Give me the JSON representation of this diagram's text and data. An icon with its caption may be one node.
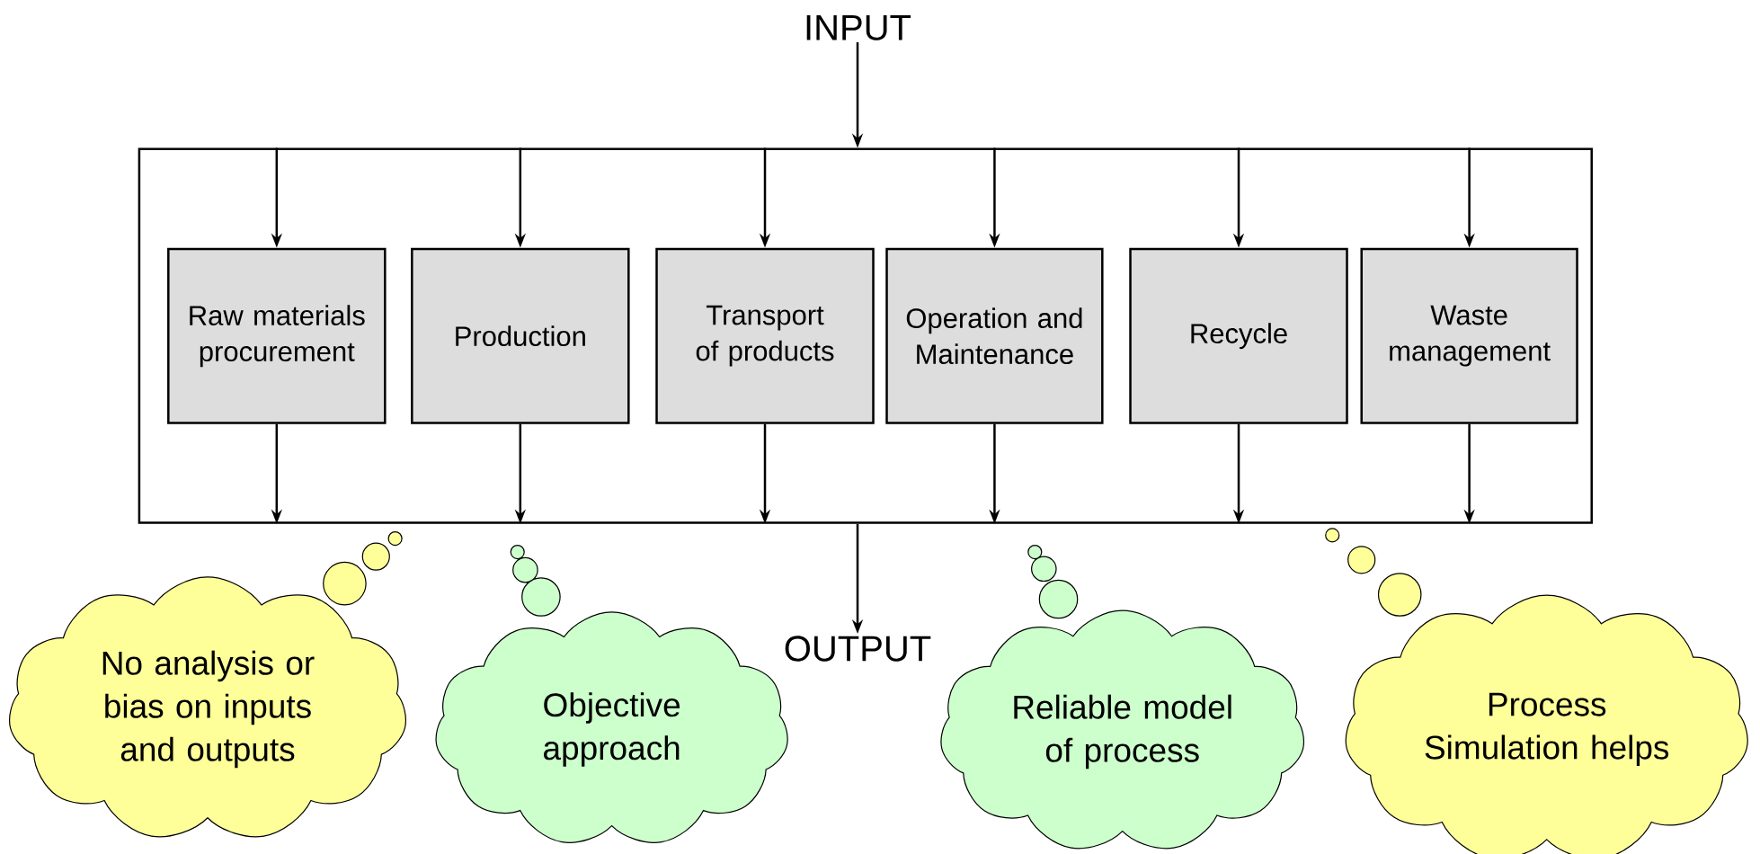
{
  "diagram": {
    "nodes": [
      {
        "text": [
          "INPUT"
        ]
      },
      {
        "text": [],
        "shape": "box"
      },
      {
        "text": [
          "Raw materials procurement"
        ],
        "in": 1
      },
      {
        "text": [
          "Production"
        ],
        "in": 1
      },
      {
        "text": [
          "Transport of products"
        ],
        "in": 1
      },
      {
        "text": [
          "Operation and Maintenance"
        ],
        "in": 1
      },
      {
        "text": [
          "Recycle"
        ],
        "in": 1
      },
      {
        "text": [
          "Waste management"
        ],
        "in": 1
      },
      {
        "text": [
          "OUTPUT"
        ]
      },
      {
        "text": [
          "No analysis or bias on inputs and outputs"
        ]
      },
      {
        "text": [
          "Objective approach"
        ]
      },
      {
        "text": [
          "Reliable model of process"
        ]
      },
      {
        "text": [
          "Process Simulation helps"
        ]
      }
    ],
    "edges": [
      {
        "from": 0,
        "to": 1,
        "arrow": "to"
      },
      {
        "from": 1,
        "to": 2,
        "arrow": "to"
      },
      {
        "from": 1,
        "to": 3,
        "arrow": "to"
      },
      {
        "from": 1,
        "to": 4,
        "arrow": "to"
      },
      {
        "from": 1,
        "to": 5,
        "arrow": "to"
      },
      {
        "from": 1,
        "to": 6,
        "arrow": "to"
      },
      {
        "from": 1,
        "to": 7,
        "arrow": "to"
      },
      {
        "from": 2,
        "to": 1,
        "arrow": "to"
      },
      {
        "from": 3,
        "to": 1,
        "arrow": "to"
      },
      {
        "from": 4,
        "to": 1,
        "arrow": "to"
      },
      {
        "from": 5,
        "to": 1,
        "arrow": "to"
      },
      {
        "from": 6,
        "to": 1,
        "arrow": "to"
      },
      {
        "from": 7,
        "to": 1,
        "arrow": "to"
      },
      {
        "from": 1,
        "to": 8,
        "arrow": "to"
      }
    ]
  }
}
